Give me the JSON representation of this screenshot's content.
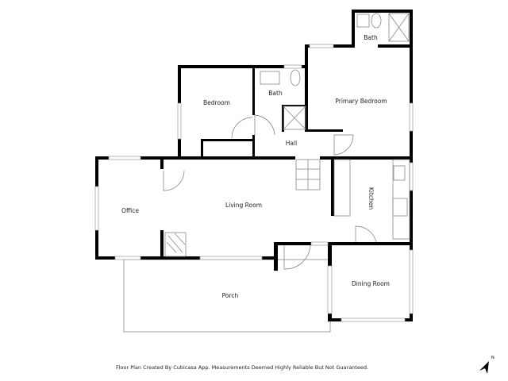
{
  "rooms": {
    "primary_bath": "Bath",
    "bedroom": "Bedroom",
    "bath": "Bath",
    "primary_bedroom": "Primary Bedroom",
    "hall": "Hall",
    "office": "Office",
    "living_room": "Living Room",
    "kitchen": "Kitchen",
    "dining_room": "Dining Room",
    "porch": "Porch"
  },
  "footer": "Floor Plan Created By Cubicasa App. Measurements Deemed Highly Reliable But Not Guaranteed.",
  "compass": {
    "label": "N",
    "icon": "north-arrow-icon"
  }
}
